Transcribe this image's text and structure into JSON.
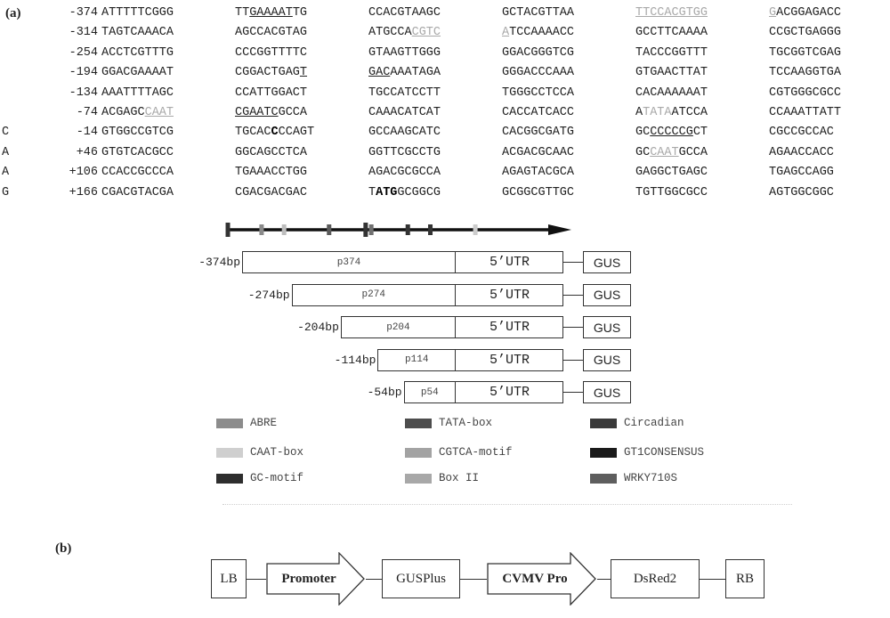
{
  "panel_a_label": "(a)",
  "panel_b_label": "(b)",
  "sequence_rows": [
    {
      "side": "",
      "pos": "-374",
      "groups": [
        [
          {
            "t": "ATTTTTCGGG"
          }
        ],
        [
          {
            "t": "TT"
          },
          {
            "t": "GAAAAT",
            "c": "u"
          },
          {
            "t": "TG"
          }
        ],
        [
          {
            "t": "CCACGTAAGC"
          }
        ],
        [
          {
            "t": "GCTACGTTAA"
          }
        ],
        [
          {
            "t": "TTCCACGTGG",
            "c": "u gray"
          }
        ],
        [
          {
            "t": "G",
            "c": "u gray"
          },
          {
            "t": "ACGGAGACC"
          }
        ]
      ]
    },
    {
      "side": "",
      "pos": "-314",
      "groups": [
        [
          {
            "t": "TAGTCAAACA"
          }
        ],
        [
          {
            "t": "AGCCACGTAG"
          }
        ],
        [
          {
            "t": "ATGCCA"
          },
          {
            "t": "CGTC",
            "c": "u gray"
          }
        ],
        [
          {
            "t": "A",
            "c": "u gray"
          },
          {
            "t": "TCCAAAACC"
          }
        ],
        [
          {
            "t": "GCCTTCAAAA"
          }
        ],
        [
          {
            "t": "CCGCTGAGGG"
          }
        ]
      ]
    },
    {
      "side": "",
      "pos": "-254",
      "groups": [
        [
          {
            "t": "ACCTCGTTTG"
          }
        ],
        [
          {
            "t": "CCCGGTTTTC"
          }
        ],
        [
          {
            "t": "GTAAGTTGGG"
          }
        ],
        [
          {
            "t": "GGACGGGTCG"
          }
        ],
        [
          {
            "t": "TACCCGGTTT"
          }
        ],
        [
          {
            "t": "TGCGGTCGAG"
          }
        ]
      ]
    },
    {
      "side": "",
      "pos": "-194",
      "groups": [
        [
          {
            "t": "GGACGAAAAT"
          }
        ],
        [
          {
            "t": "CGGACTGAG"
          },
          {
            "t": "T",
            "c": "u"
          }
        ],
        [
          {
            "t": "GAC",
            "c": "u"
          },
          {
            "t": "AAATAGA"
          }
        ],
        [
          {
            "t": "GGGACCCAAA"
          }
        ],
        [
          {
            "t": "GTGAACTTAT"
          }
        ],
        [
          {
            "t": "TCCAAGGTGA"
          }
        ]
      ]
    },
    {
      "side": "",
      "pos": "-134",
      "groups": [
        [
          {
            "t": "AAATTTTAGC"
          }
        ],
        [
          {
            "t": "CCATTGGACT"
          }
        ],
        [
          {
            "t": "TGCCATCCTT"
          }
        ],
        [
          {
            "t": "TGGGCCTCCA"
          }
        ],
        [
          {
            "t": "CACAAAAAAT"
          }
        ],
        [
          {
            "t": "CGTGGGCGCC"
          }
        ]
      ]
    },
    {
      "side": "",
      "pos": "-74",
      "groups": [
        [
          {
            "t": "ACGAGC"
          },
          {
            "t": "CAAT",
            "c": "u gray"
          }
        ],
        [
          {
            "t": "CGAATC",
            "c": "u"
          },
          {
            "t": "GCCA"
          }
        ],
        [
          {
            "t": "CAAACATCAT"
          }
        ],
        [
          {
            "t": "CACCATCACC"
          }
        ],
        [
          {
            "t": "A"
          },
          {
            "t": "TATA",
            "c": "gray"
          },
          {
            "t": "ATCCA"
          }
        ],
        [
          {
            "t": "CCAAATTATT"
          }
        ]
      ]
    },
    {
      "side": "C",
      "pos": "-14",
      "groups": [
        [
          {
            "t": "GTGGCCGTCG"
          }
        ],
        [
          {
            "t": "TGCAC"
          },
          {
            "t": "C",
            "c": "b"
          },
          {
            "t": "CCAGT"
          }
        ],
        [
          {
            "t": "GCCAAGCATC"
          }
        ],
        [
          {
            "t": "CACGGCGATG"
          }
        ],
        [
          {
            "t": "GC"
          },
          {
            "t": "CCCCCG",
            "c": "u"
          },
          {
            "t": "CT"
          }
        ],
        [
          {
            "t": "CGCCGCCAC"
          }
        ]
      ]
    },
    {
      "side": "A",
      "pos": "+46",
      "groups": [
        [
          {
            "t": "GTGTCACGCC"
          }
        ],
        [
          {
            "t": "GGCAGCCTCA"
          }
        ],
        [
          {
            "t": "GGTTCGCCTG"
          }
        ],
        [
          {
            "t": "ACGACGCAAC"
          }
        ],
        [
          {
            "t": "GC"
          },
          {
            "t": "CAAT",
            "c": "u gray"
          },
          {
            "t": "GCCA"
          }
        ],
        [
          {
            "t": "AGAACCACC"
          }
        ]
      ]
    },
    {
      "side": "A",
      "pos": "+106",
      "groups": [
        [
          {
            "t": "CCACCGCCCA"
          }
        ],
        [
          {
            "t": "TGAAACCTGG"
          }
        ],
        [
          {
            "t": "AGACGCGCCA"
          }
        ],
        [
          {
            "t": "AGAGTACGCA"
          }
        ],
        [
          {
            "t": "GAGGCTGAGC"
          }
        ],
        [
          {
            "t": "TGAGCCAGG"
          }
        ]
      ]
    },
    {
      "side": "G",
      "pos": "+166",
      "groups": [
        [
          {
            "t": "CGACGTACGA"
          }
        ],
        [
          {
            "t": "CGACGACGAC"
          }
        ],
        [
          {
            "t": "T"
          },
          {
            "t": "ATG",
            "c": "b"
          },
          {
            "t": "GCGGCG"
          }
        ],
        [
          {
            "t": "GCGGCGTTGC"
          }
        ],
        [
          {
            "t": "TGTTGGCGCC"
          }
        ],
        [
          {
            "t": "AGTGGCGGC"
          }
        ]
      ]
    }
  ],
  "promoter_map": {
    "markers": [
      {
        "pos": 0.0,
        "color": "#333333",
        "tall": true
      },
      {
        "pos": 0.12,
        "color": "#8a8a8a",
        "tall": false
      },
      {
        "pos": 0.2,
        "color": "#bdbdbd",
        "tall": false
      },
      {
        "pos": 0.36,
        "color": "#5a5a5a",
        "tall": false
      },
      {
        "pos": 0.49,
        "color": "#333333",
        "tall": true
      },
      {
        "pos": 0.51,
        "color": "#707070",
        "tall": false
      },
      {
        "pos": 0.64,
        "color": "#333333",
        "tall": false
      },
      {
        "pos": 0.72,
        "color": "#333333",
        "tall": false
      },
      {
        "pos": 0.88,
        "color": "#cccccc",
        "tall": false
      }
    ]
  },
  "constructs": [
    {
      "bp_label": "-374bp",
      "name": "p374",
      "utr": "5’UTR",
      "reporter": "GUS",
      "start": 0.0
    },
    {
      "bp_label": "-274bp",
      "name": "p274",
      "utr": "5’UTR",
      "reporter": "GUS",
      "start": 0.267
    },
    {
      "bp_label": "-204bp",
      "name": "p204",
      "utr": "5’UTR",
      "reporter": "GUS",
      "start": 0.533
    },
    {
      "bp_label": "-114bp",
      "name": "p114",
      "utr": "5’UTR",
      "reporter": "GUS",
      "start": 0.733
    },
    {
      "bp_label": "-54bp",
      "name": "p54",
      "utr": "5’UTR",
      "reporter": "GUS",
      "start": 0.873
    }
  ],
  "legend": [
    {
      "label": "ABRE",
      "color": "#8c8c8c"
    },
    {
      "label": "TATA-box",
      "color": "#4d4d4d"
    },
    {
      "label": "Circadian",
      "color": "#3a3a3a"
    },
    {
      "label": "CAAT-box",
      "color": "#cfcfcf"
    },
    {
      "label": "CGTCA-motif",
      "color": "#a3a3a3"
    },
    {
      "label": "GT1CONSENSUS",
      "color": "#1a1a1a"
    },
    {
      "label": "GC-motif",
      "color": "#2e2e2e"
    },
    {
      "label": "Box II",
      "color": "#a8a8a8"
    },
    {
      "label": "WRKY710S",
      "color": "#5e5e5e"
    }
  ],
  "construct_b": {
    "lb": "LB",
    "promoter": "Promoter",
    "gusplus": "GUSPlus",
    "cvmv": "CVMV Pro",
    "dsred": "DsRed2",
    "rb": "RB"
  }
}
